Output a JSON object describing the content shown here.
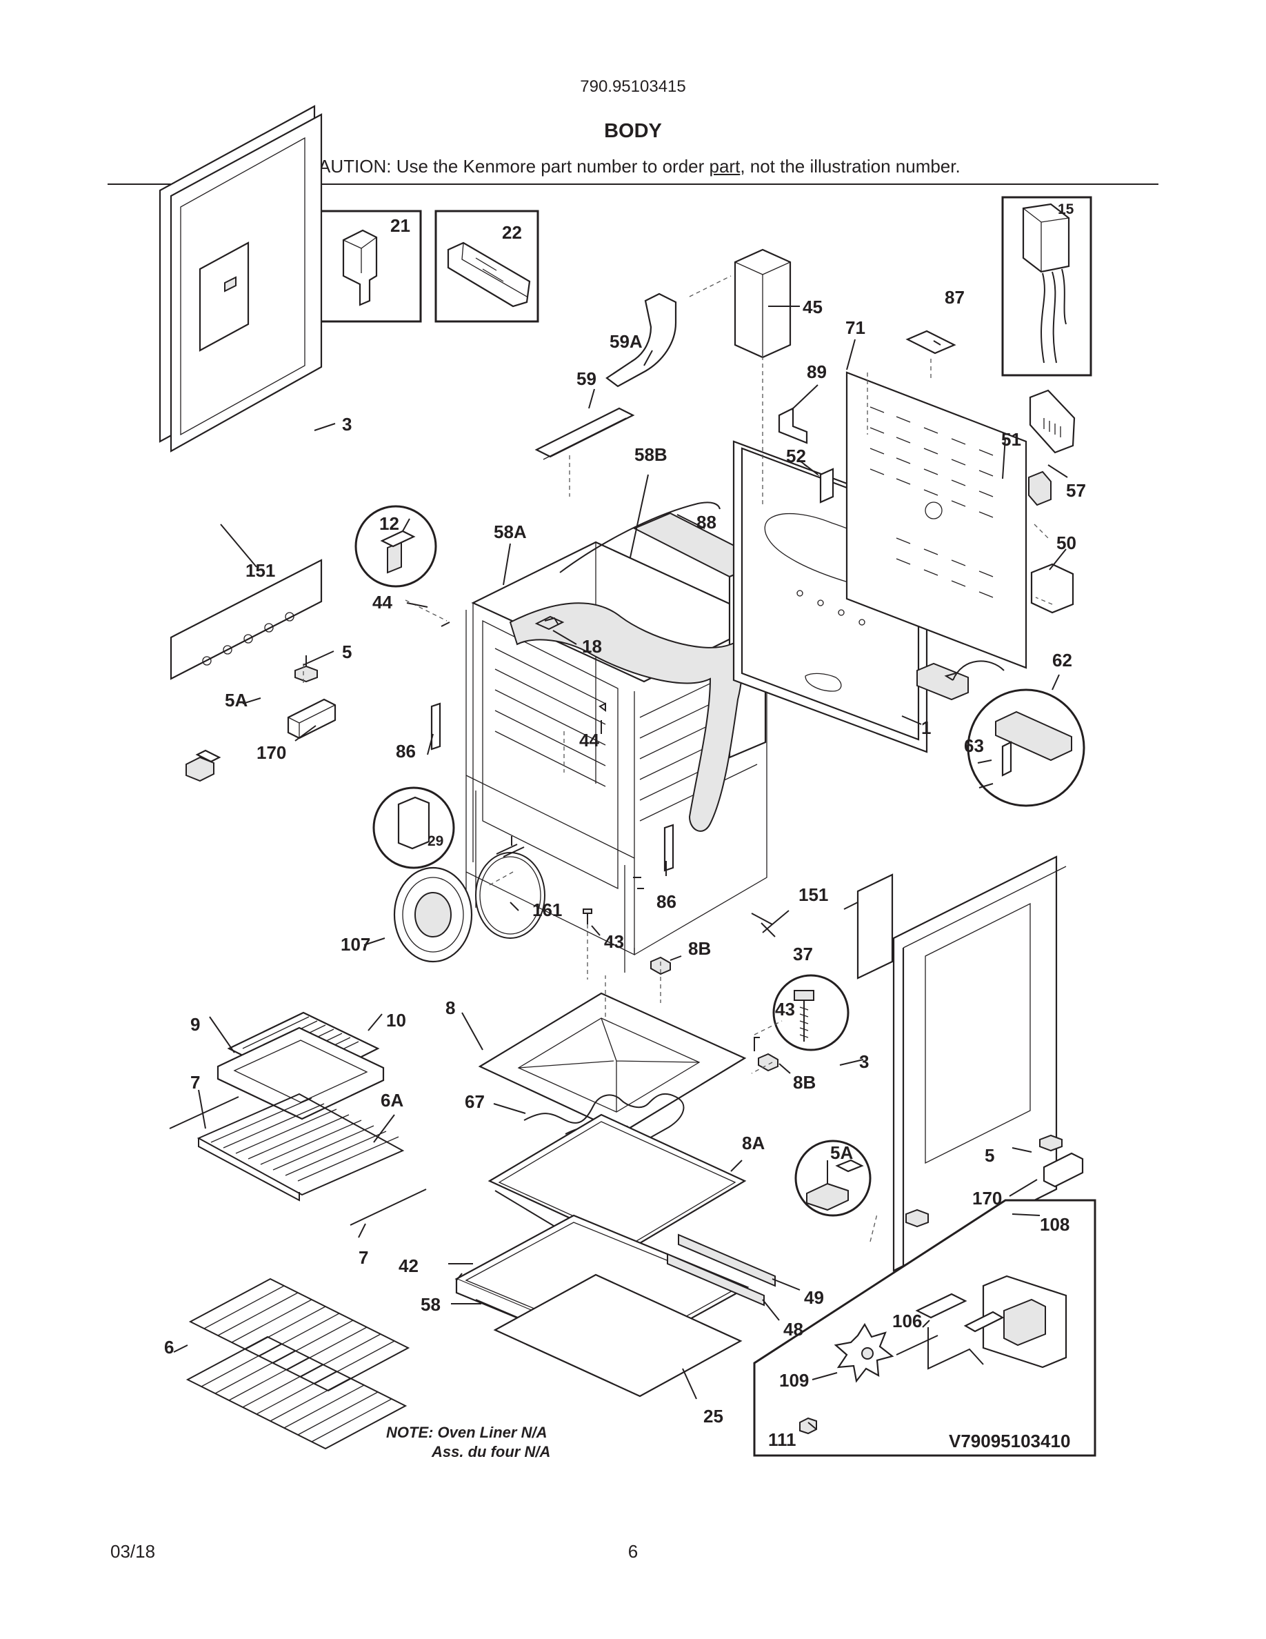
{
  "header": {
    "model_number": "790.95103415",
    "section_title": "BODY",
    "caution_prefix": "CAUTION: Use the Kenmore part number to order ",
    "caution_link": "part",
    "caution_suffix": ", not the illustration number."
  },
  "callouts": {
    "c21": "21",
    "c22": "22",
    "c15": "15",
    "c45": "45",
    "c87": "87",
    "c71": "71",
    "c59A": "59A",
    "c59": "59",
    "c89": "89",
    "c3a": "3",
    "c58B": "58B",
    "c52": "52",
    "c51": "51",
    "c57": "57",
    "c12": "12",
    "c88": "88",
    "c58A": "58A",
    "c50": "50",
    "c151a": "151",
    "c44a": "44",
    "c18": "18",
    "c5a": "5",
    "c62": "62",
    "c5Aa": "5A",
    "c170a": "170",
    "c86a": "86",
    "c44b": "44",
    "c1": "1",
    "c63": "63",
    "c29": "29",
    "c161": "161",
    "c86b": "86",
    "c151b": "151",
    "c107": "107",
    "c43a": "43",
    "c8Ba": "8B",
    "c37": "37",
    "c43b": "43",
    "c9": "9",
    "c10": "10",
    "c8": "8",
    "c3b": "3",
    "c8Bb": "8B",
    "c7a": "7",
    "c6A": "6A",
    "c67": "67",
    "c8A": "8A",
    "c5Ab": "5A",
    "c5b": "5",
    "c170b": "170",
    "c108": "108",
    "c7b": "7",
    "c42": "42",
    "c49": "49",
    "c58": "58",
    "c48": "48",
    "c106": "106",
    "c6": "6",
    "c109": "109",
    "c25": "25",
    "c111": "111"
  },
  "notes": {
    "line1": "NOTE: Oven Liner N/A",
    "line2": "Ass. du four N/A"
  },
  "diagram_ref": "V79095103410",
  "footer": {
    "date": "03/18",
    "page_number": "6"
  }
}
